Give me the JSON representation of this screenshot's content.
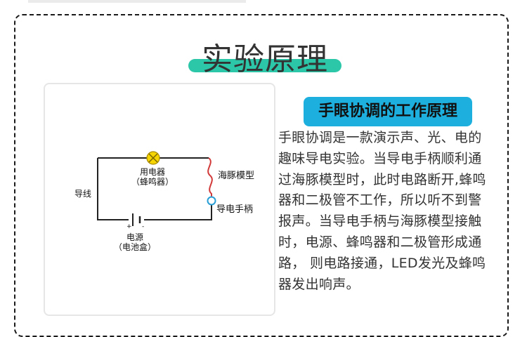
{
  "title": "实验原理",
  "subtitle": "手眼协调的工作原理",
  "description_lines": [
    "手眼协调是一款演示声、光、电的",
    "趣味导电实验。当导电手柄顺利通",
    "过海豚模型时，此时电路断开,蜂鸣",
    "器和二极管不工作，所以听不到警",
    "报声。当导电手柄与海豚模型接触",
    "时，电源、蜂鸣器和二极管形成通",
    "路， 则电路接通，LED发光及蜂鸣",
    "器发出响声。"
  ],
  "diagram": {
    "appliance_label": "用电器",
    "appliance_sub": "（蜂鸣器）",
    "wire_label": "导线",
    "source_label": "电源",
    "source_sub": "（电池盒）",
    "dolphin_label": "海豚模型",
    "handle_label": "导电手柄",
    "plus_sign": "+",
    "minus_sign": "-"
  },
  "colors": {
    "title_bar": "#2cc7a8",
    "subtitle_bg": "#1db0df",
    "lamp": "#f5d400",
    "dolphin_wire": "#d23a3a",
    "handle": "#2a9fd6"
  }
}
